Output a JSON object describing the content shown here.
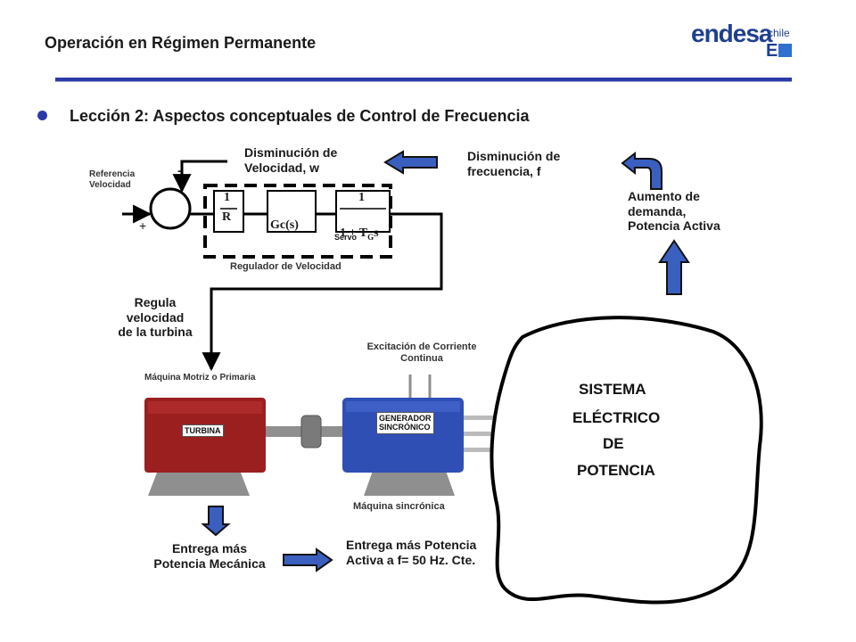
{
  "header": {
    "title": "Operación en Régimen Permanente"
  },
  "logo": {
    "word": "endesa",
    "sub": "chile",
    "mark": "E"
  },
  "lesson": {
    "title": "Lección 2: Aspectos conceptuales de Control de Frecuencia"
  },
  "diagram": {
    "ref_label": "Referencia\nVelocidad",
    "sign_minus": "-",
    "sign_plus": "+",
    "speed_drop": "Disminución de\nVelocidad, w",
    "freq_drop": "Disminución de\nfrecuencia, f",
    "demand_up": "Aumento de\ndemanda,\nPotencia Activa",
    "block_r_num": "1",
    "block_r_den": "R",
    "block_gc": "Gc(s)",
    "block_servo_num": "1",
    "block_servo_den": "1 + T",
    "block_servo_sub": "G",
    "block_servo_s": "s",
    "servo_label": "Servo",
    "regulator_label": "Regulador de Velocidad",
    "regula": "Regula\nvelocidad\nde la turbina",
    "prime_mover": "Máquina Motriz o Primaria",
    "excitation": "Excitación de Corriente\nContinua",
    "turbina": "TURBINA",
    "generador": "GENERADOR\nSINCRÓNICO",
    "sync_machine": "Máquina sincrónica",
    "system_lines": [
      "SISTEMA",
      "ELÉCTRICO",
      "DE",
      "POTENCIA"
    ],
    "mech_power": "Entrega más\nPotencia Mecánica",
    "active_power": "Entrega más Potencia\nActiva a f= 50 Hz. Cte."
  },
  "colors": {
    "accent": "#2a3aa8",
    "arrow_blue": "#3a5fbf",
    "turbine_red": "#9b1f1f",
    "generator_blue": "#2f4fb5",
    "machine_gray": "#8f8f8f"
  }
}
